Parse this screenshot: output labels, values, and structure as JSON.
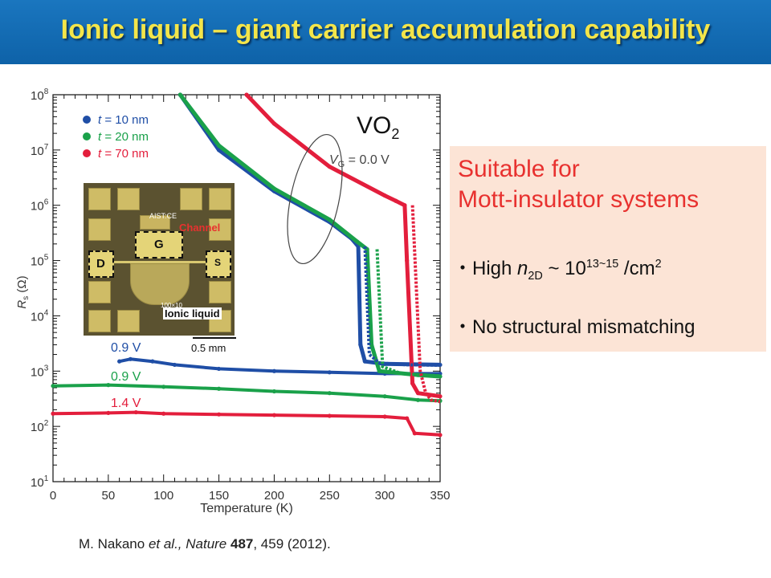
{
  "slide": {
    "title": "Ionic liquid – giant carrier accumulation capability",
    "material": "VO",
    "material_sub": "2",
    "citation_author": "M. Nakano ",
    "citation_etal": "et al., Nature",
    "citation_volume": " 487",
    "citation_pages": ", 459 (2012)."
  },
  "info_box": {
    "title_line1": "Suitable for",
    "title_line2": "Mott-insulator systems",
    "bullet1_prefix": "・High ",
    "bullet1_var": "n",
    "bullet1_var_sub": "2D",
    "bullet1_mid": " ~ 10",
    "bullet1_exp": "13~15",
    "bullet1_unit": " /cm",
    "bullet1_unit_exp": "2",
    "bullet2": "・No structural mismatching"
  },
  "inset": {
    "pad_g": "G",
    "pad_d": "D",
    "pad_s": "S",
    "channel_label": "Channel",
    "aist_label": "AIST:CE",
    "size_label": "100×10",
    "liquid_label": "Ionic liquid",
    "scale_label": "0.5 mm"
  },
  "colors": {
    "t10": "#1f4ea6",
    "t20": "#1aa14a",
    "t70": "#e31e3c"
  },
  "chart_data": {
    "type": "scatter",
    "title": "",
    "xlabel": "Temperature (K)",
    "ylabel": "R",
    "ylabel_sub": "s",
    "ylabel_unit": " (Ω)",
    "xlim": [
      0,
      350
    ],
    "ylim_log10": [
      1,
      8
    ],
    "log_scale_y": true,
    "x_ticks": [
      "0",
      "50",
      "100",
      "150",
      "200",
      "250",
      "300",
      "350"
    ],
    "y_tick_base": "10",
    "y_tick_exps": [
      "1",
      "2",
      "3",
      "4",
      "5",
      "6",
      "7",
      "8"
    ],
    "legend_placement": "top-left",
    "annotations": {
      "vg_prefix": "V",
      "vg_sub": "G",
      "vg_value": " = 0.0 V",
      "v_t10": "0.9 V",
      "v_t20": "0.9 V",
      "v_t70": "1.4 V"
    },
    "series": [
      {
        "name": "t = 10 nm",
        "legend_var": "t",
        "legend_value": " = 10 nm",
        "color": "#1f4ea6",
        "vg0": [
          [
            115,
            100000000
          ],
          [
            150,
            10000000
          ],
          [
            200,
            1800000
          ],
          [
            250,
            500000
          ],
          [
            270,
            250000
          ],
          [
            276,
            180000
          ],
          [
            278,
            3000
          ],
          [
            282,
            1500
          ],
          [
            300,
            1350
          ],
          [
            350,
            1300
          ]
        ],
        "gated": [
          [
            60,
            1500
          ],
          [
            70,
            1650
          ],
          [
            90,
            1500
          ],
          [
            110,
            1300
          ],
          [
            150,
            1100
          ],
          [
            200,
            1000
          ],
          [
            250,
            950
          ],
          [
            300,
            900
          ],
          [
            350,
            900
          ]
        ]
      },
      {
        "name": "t = 20 nm",
        "legend_var": "t",
        "legend_value": " = 20 nm",
        "color": "#1aa14a",
        "vg0": [
          [
            115,
            100000000
          ],
          [
            150,
            12000000
          ],
          [
            200,
            2000000
          ],
          [
            250,
            550000
          ],
          [
            275,
            220000
          ],
          [
            284,
            160000
          ],
          [
            288,
            3000
          ],
          [
            295,
            1000
          ],
          [
            330,
            850
          ],
          [
            350,
            800
          ]
        ],
        "gated": [
          [
            0,
            540
          ],
          [
            50,
            560
          ],
          [
            100,
            520
          ],
          [
            150,
            480
          ],
          [
            200,
            430
          ],
          [
            250,
            400
          ],
          [
            300,
            350
          ],
          [
            330,
            300
          ],
          [
            350,
            290
          ]
        ]
      },
      {
        "name": "t = 70 nm",
        "legend_var": "t",
        "legend_value": " = 70 nm",
        "color": "#e31e3c",
        "vg0": [
          [
            175,
            100000000
          ],
          [
            200,
            30000000
          ],
          [
            250,
            5000000
          ],
          [
            300,
            1500000
          ],
          [
            310,
            1200000
          ],
          [
            318,
            1000000
          ],
          [
            320,
            100000
          ],
          [
            325,
            600
          ],
          [
            330,
            400
          ],
          [
            350,
            350
          ]
        ],
        "gated": [
          [
            0,
            170
          ],
          [
            50,
            175
          ],
          [
            75,
            180
          ],
          [
            100,
            170
          ],
          [
            150,
            165
          ],
          [
            200,
            160
          ],
          [
            250,
            155
          ],
          [
            300,
            150
          ],
          [
            320,
            140
          ],
          [
            327,
            75
          ],
          [
            350,
            70
          ]
        ]
      }
    ],
    "hysteresis_companions": [
      {
        "series": "t = 10 nm",
        "points": [
          [
            282,
            180000
          ],
          [
            286,
            2000
          ],
          [
            295,
            1400
          ],
          [
            320,
            1300
          ],
          [
            350,
            1280
          ]
        ]
      },
      {
        "series": "t = 20 nm",
        "points": [
          [
            293,
            160000
          ],
          [
            298,
            1200
          ],
          [
            315,
            900
          ],
          [
            350,
            820
          ]
        ]
      },
      {
        "series": "t = 70 nm",
        "points": [
          [
            325,
            1000000
          ],
          [
            332,
            1000
          ],
          [
            337,
            400
          ],
          [
            342,
            300
          ],
          [
            350,
            280
          ]
        ]
      }
    ]
  }
}
